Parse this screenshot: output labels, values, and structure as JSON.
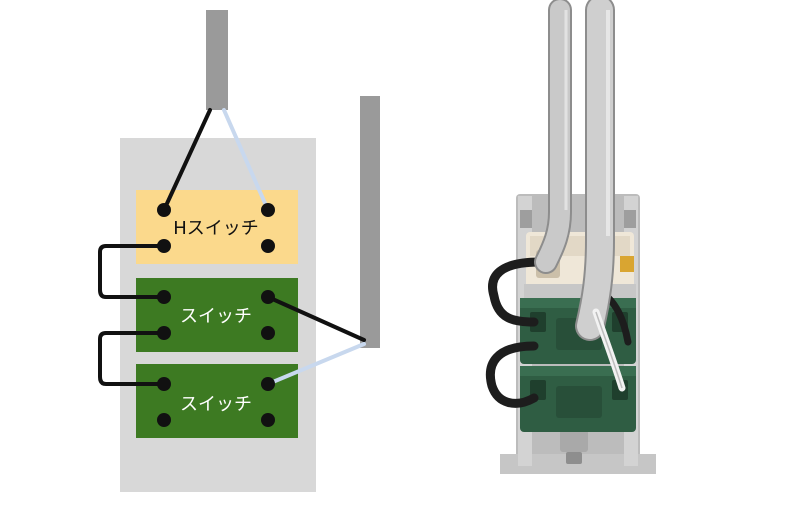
{
  "diagram": {
    "h_switch_label": "Hスイッチ",
    "switch_1_label": "スイッチ",
    "switch_2_label": "スイッチ"
  },
  "colors": {
    "plate": "#d8d8d8",
    "h_switch": "#fbd98c",
    "switch": "#3d7a22",
    "conduit": "#9a9a9a",
    "black_wire": "#111111",
    "white_wire": "#c8d8ee",
    "terminal": "#111111"
  },
  "photo": {
    "subject": "wired-switch-assembly-photo"
  }
}
